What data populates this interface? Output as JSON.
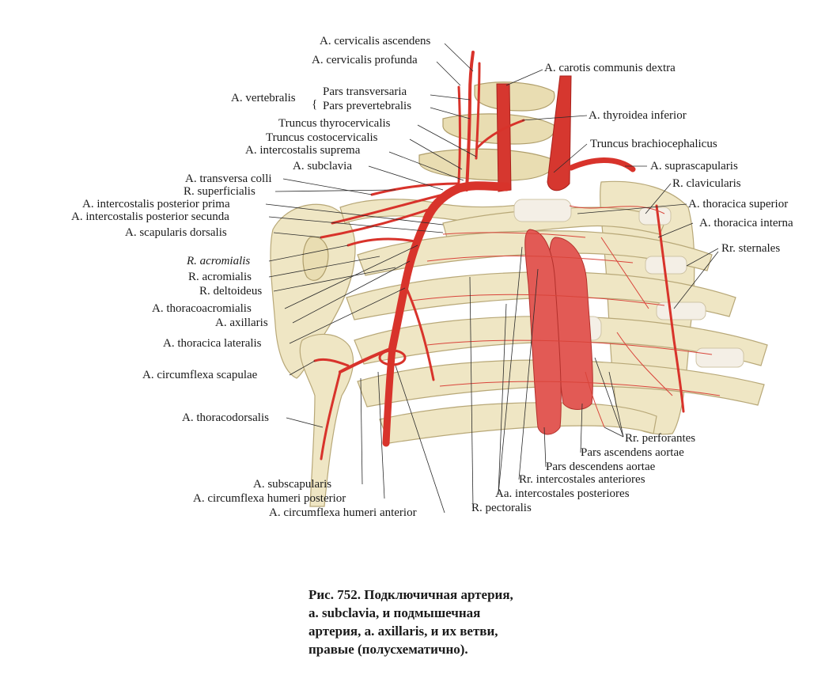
{
  "labels": {
    "cervicalis_ascendens": "A. cervicalis ascendens",
    "cervicalis_profunda": "A. cervicalis profunda",
    "carotis_communis": "A. carotis communis dextra",
    "vertebralis": "A. vertebralis",
    "pars_transversaria": "Pars transversaria",
    "pars_prevertebralis": "Pars prevertebralis",
    "truncus_thyrocervicalis": "Truncus thyrocervicalis",
    "thyroidea_inferior": "A. thyroidea inferior",
    "truncus_costocervicalis": "Truncus costocervicalis",
    "intercostalis_suprema": "A. intercostalis suprema",
    "truncus_brachiocephalicus": "Truncus brachiocephalicus",
    "subclavia": "A. subclavia",
    "suprascapularis": "A. suprascapularis",
    "transversa_colli": "A. transversa colli",
    "r_clavicularis": "R. clavicularis",
    "r_superficialis": "R. superficialis",
    "intercostalis_posterior_prima": "A. intercostalis posterior prima",
    "thoracica_superior": "A. thoracica superior",
    "intercostalis_posterior_secunda": "A. intercostalis posterior secunda",
    "thoracica_interna": "A. thoracica interna",
    "scapularis_dorsalis": "A. scapularis dorsalis",
    "rr_sternales": "Rr. sternales",
    "r_acromialis_1": "R. acromialis",
    "r_acromialis_2": "R. acromialis",
    "r_deltoideus": "R. deltoideus",
    "thoracoacromialis": "A. thoracoacromialis",
    "axillaris": "A. axillaris",
    "thoracica_lateralis": "A. thoracica lateralis",
    "circumflexa_scapulae": "A. circumflexa scapulae",
    "thoracodorsalis": "A. thoracodorsalis",
    "rr_perforantes": "Rr. perforantes",
    "pars_ascendens_aortae": "Pars ascendens aortae",
    "pars_descendens_aortae": "Pars descendens aortae",
    "rr_intercostales_anteriores": "Rr. intercostales anteriores",
    "subscapularis": "A. subscapularis",
    "aa_intercostales_posteriores": "Aa. intercostales posteriores",
    "circumflexa_humeri_posterior": "A. circumflexa humeri posterior",
    "circumflexa_humeri_anterior": "A. circumflexa humeri anterior",
    "r_pectoralis": "R. pectoralis"
  },
  "caption": {
    "line1": "Рис.  752. Подключичная артерия,",
    "line2": "a.  subclavia,  и  подмышечная",
    "line3": "артерия, a. axillaris, и их ветви,",
    "line4": "правые (полусхематично)."
  },
  "colors": {
    "artery": "#d8332b",
    "bone": "#efe6c4",
    "cartilage": "#f4efe6",
    "aorta": "#e25a55"
  }
}
